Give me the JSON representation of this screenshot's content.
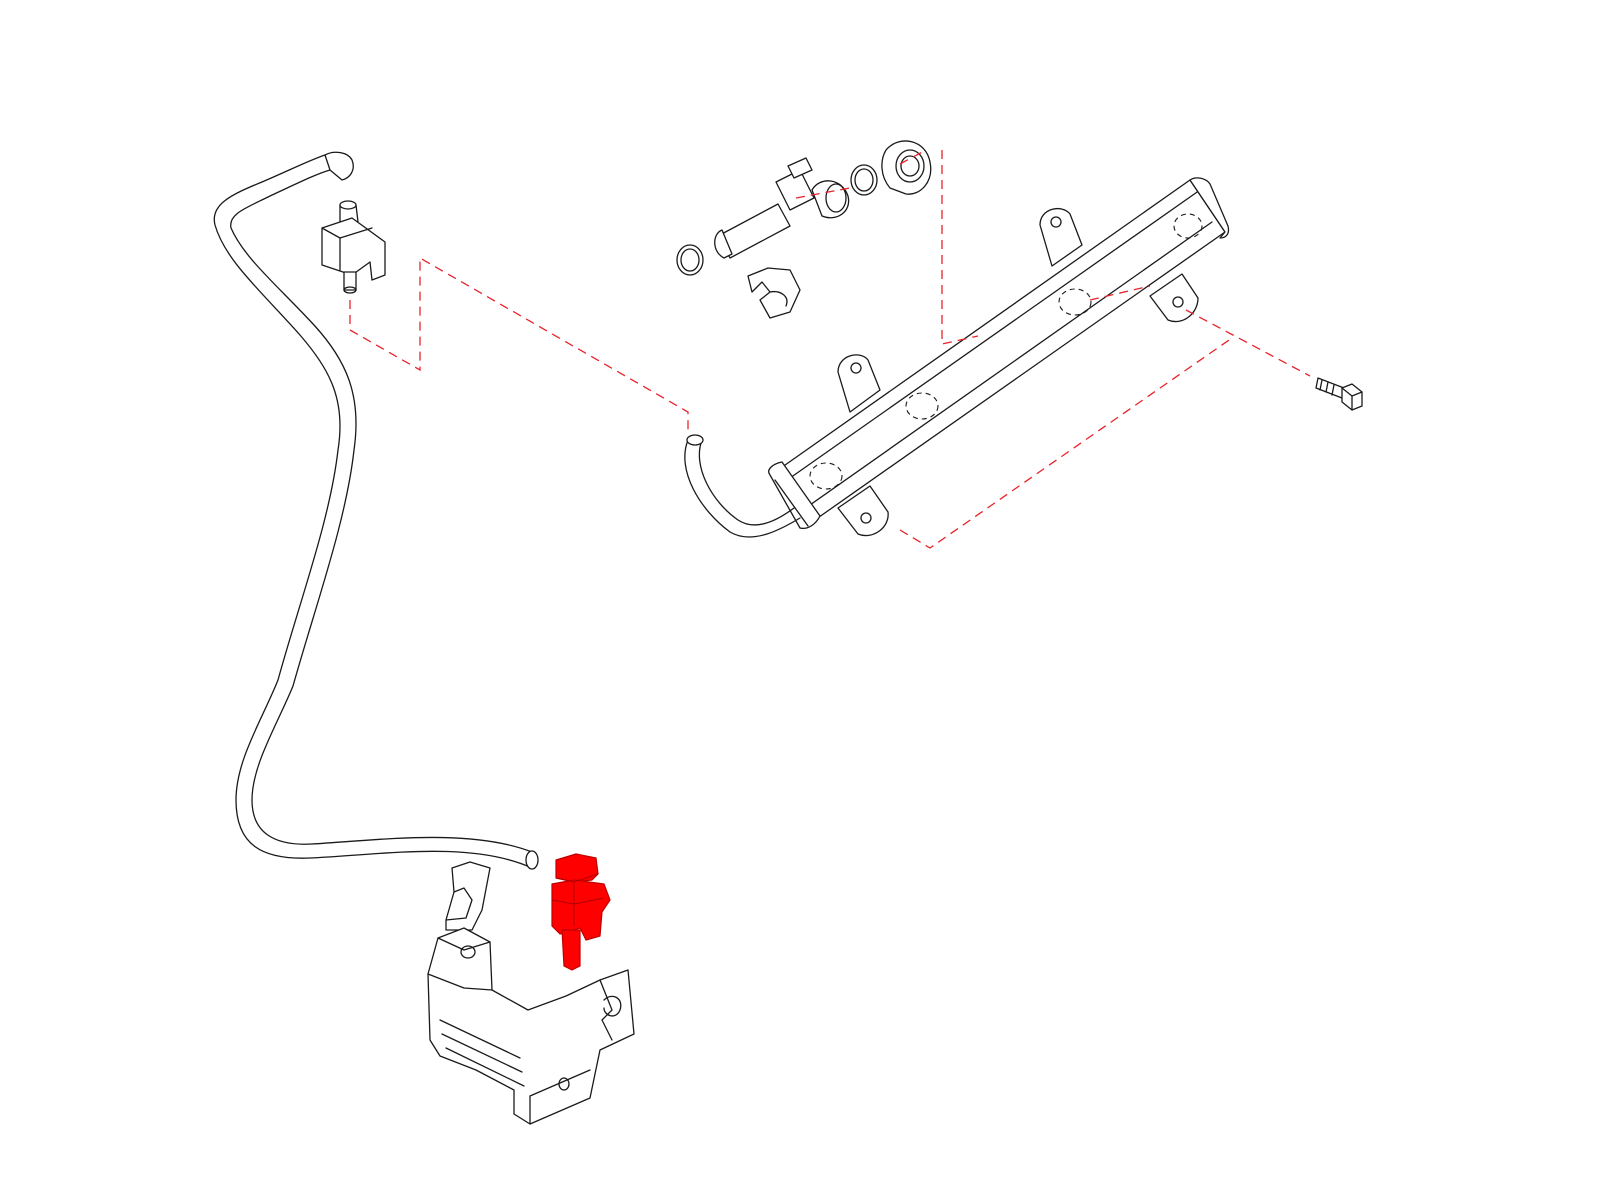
{
  "diagram": {
    "highlight_color": "#ff0000",
    "leader_color": "#e8232a",
    "line_color": "#1a1a1a",
    "background": "#ffffff",
    "parts": [
      {
        "id": "fuel-return-hose",
        "icon": "hose-icon"
      },
      {
        "id": "upper-fitting",
        "icon": "fitting-icon"
      },
      {
        "id": "fuel-rail",
        "icon": "rail-icon"
      },
      {
        "id": "fuel-injector",
        "icon": "injector-icon"
      },
      {
        "id": "o-ring-lower",
        "icon": "o-ring-icon"
      },
      {
        "id": "o-ring-upper",
        "icon": "o-ring-icon"
      },
      {
        "id": "insulator",
        "icon": "insulator-icon"
      },
      {
        "id": "injector-clip",
        "icon": "clip-icon"
      },
      {
        "id": "mounting-bolt",
        "icon": "bolt-icon"
      },
      {
        "id": "rail-feed-pipe",
        "icon": "pipe-icon"
      },
      {
        "id": "hose-clamp",
        "icon": "clamp-icon"
      },
      {
        "id": "pressure-regulator-highlighted",
        "icon": "regulator-icon"
      },
      {
        "id": "mounting-bracket",
        "icon": "bracket-icon"
      }
    ]
  }
}
